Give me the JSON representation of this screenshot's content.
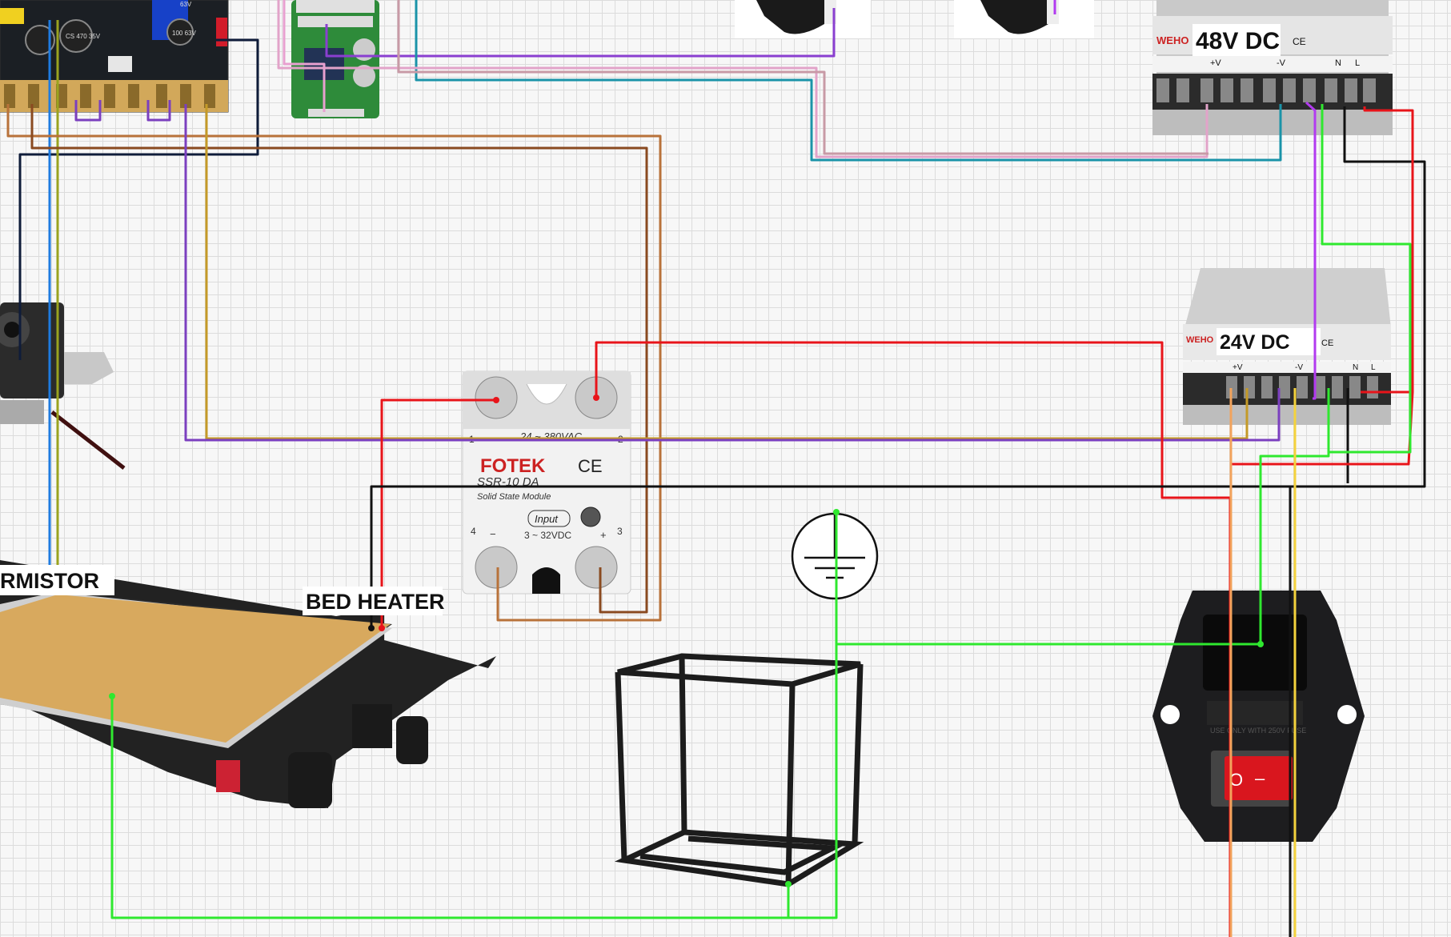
{
  "labels": {
    "psu48": "48V DC",
    "psu24": "24V DC",
    "thermistor": "RMISTOR",
    "bed_heater": "BED HEATER"
  },
  "ssr": {
    "brand": "FOTEK",
    "model": "SSR-10 DA",
    "subtitle": "Solid State Module",
    "ac_range": "24 ~ 380VAC",
    "input_label": "Input",
    "dc_range": "3 ~ 32VDC",
    "pin1": "1",
    "pin2": "2",
    "pin3": "3",
    "pin4": "4",
    "minus": "−",
    "plus": "+",
    "ce": "CE"
  },
  "psu": {
    "brand": "WEHO",
    "plus_v": "+V",
    "minus_v": "-V",
    "n": "N",
    "l": "L",
    "ce": "CE"
  },
  "board": {
    "cap1": "CS 470 35V",
    "cap2": "63V",
    "cap3": "100 63V"
  },
  "inlet": {
    "fuse_text": "USE ONLY WITH 250V FUSE",
    "off": "O",
    "on": "–"
  },
  "colors": {
    "red": "#e8141a",
    "black": "#111111",
    "green": "#2fe82f",
    "purple": "#7b3fbf",
    "violet": "#b23af0",
    "brown": "#b8723a",
    "mustard": "#c49a28",
    "olive": "#9aa31f",
    "blue": "#1e7be0",
    "teal": "#1a93a8",
    "pink": "#d7a0ac",
    "navy": "#0f1c3a",
    "orange": "#f2a35c",
    "yellow": "#f4d23c"
  }
}
